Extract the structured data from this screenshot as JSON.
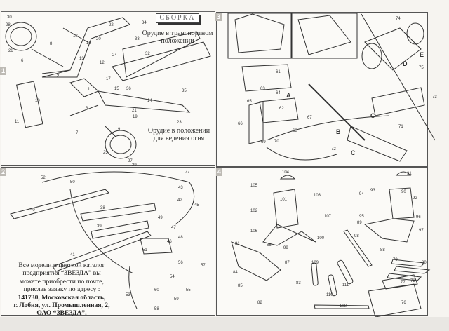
{
  "header": {
    "title": "СБОРКА"
  },
  "steps": [
    {
      "number": "1",
      "label": "step-1"
    },
    {
      "number": "3",
      "label": "step-3"
    },
    {
      "number": "2",
      "label": "step-2"
    },
    {
      "number": "4",
      "label": "step-4"
    }
  ],
  "captions": {
    "transport": [
      "Орудие в транспортном",
      "положении"
    ],
    "firing": [
      "Орудие в положении",
      "для ведения огня"
    ]
  },
  "address": {
    "lines": [
      "Все модели и цветной каталог",
      "предприятия “ЗВЕЗДА” вы",
      "можете приобрести по почте,",
      "прислав заявку по адресу :"
    ],
    "bold_lines": [
      "141730, Московская область,",
      "г. Лобня, ул. Промышленная, 2,",
      "ОАО “ЗВЕЗДА”."
    ]
  },
  "part_labels": {
    "step1": [
      "30",
      "28",
      "26",
      "8",
      "6",
      "4",
      "2",
      "10",
      "11",
      "7",
      "9",
      "25",
      "27",
      "29",
      "18",
      "16",
      "20",
      "13",
      "12",
      "22",
      "34",
      "33",
      "24",
      "32",
      "17",
      "15",
      "36",
      "14",
      "21",
      "19",
      "35",
      "23",
      "1",
      "3"
    ],
    "step3": [
      "61",
      "63",
      "64",
      "65",
      "62",
      "67",
      "66",
      "68",
      "69",
      "70",
      "72",
      "71",
      "73",
      "74",
      "75"
    ],
    "step3_letters": [
      "A",
      "B",
      "C",
      "C",
      "D",
      "E"
    ],
    "step2": [
      "52",
      "50",
      "40",
      "38",
      "39",
      "41",
      "44",
      "43",
      "42",
      "45",
      "49",
      "47",
      "48",
      "46",
      "51",
      "56",
      "57",
      "54",
      "55",
      "53",
      "60",
      "59",
      "58"
    ],
    "step4": [
      "104",
      "105",
      "101",
      "103",
      "102",
      "107",
      "106",
      "100",
      "99",
      "81",
      "86",
      "87",
      "84",
      "85",
      "83",
      "82",
      "109",
      "110",
      "111",
      "108",
      "98",
      "91",
      "94",
      "93",
      "90",
      "92",
      "95",
      "96",
      "89",
      "97",
      "88",
      "79",
      "80",
      "77",
      "78",
      "76"
    ]
  }
}
